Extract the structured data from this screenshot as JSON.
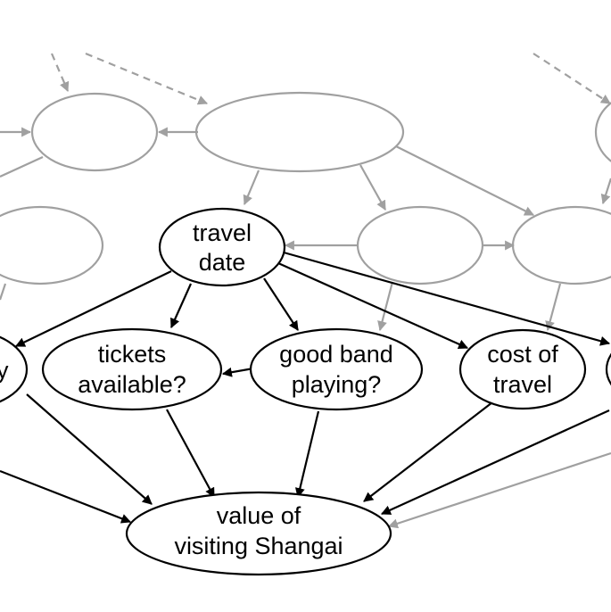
{
  "diagram": {
    "nodes": {
      "travel_date": [
        "travel",
        "date"
      ],
      "tickets_available": [
        "tickets",
        "available?"
      ],
      "good_band_playing": [
        "good band",
        "playing?"
      ],
      "cost_of_travel": [
        "cost of",
        "travel"
      ],
      "value_of_visiting": [
        "value of",
        "visiting Shangai"
      ],
      "left_partial": [
        "y"
      ]
    }
  }
}
